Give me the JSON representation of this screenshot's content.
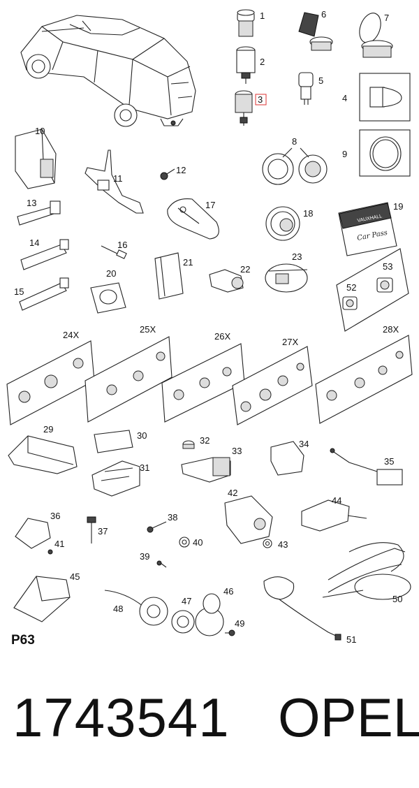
{
  "diagram": {
    "callouts": [
      "1",
      "2",
      "3",
      "4",
      "5",
      "6",
      "7",
      "8",
      "9",
      "10",
      "11",
      "12",
      "13",
      "14",
      "15",
      "16",
      "17",
      "18",
      "19",
      "20",
      "21",
      "22",
      "23",
      "24X",
      "25X",
      "26X",
      "27X",
      "28X",
      "29",
      "30",
      "31",
      "32",
      "33",
      "34",
      "35",
      "36",
      "37",
      "38",
      "39",
      "40",
      "41",
      "42",
      "43",
      "44",
      "45",
      "46",
      "47",
      "48",
      "49",
      "50",
      "51",
      "52",
      "53"
    ],
    "highlighted_callout": "3",
    "badge_text": "VAUXHALL",
    "badge_handwriting": "Car Pass",
    "section_code": "P63"
  },
  "footer": {
    "part_number": "1743541",
    "brand": "OPEL"
  }
}
